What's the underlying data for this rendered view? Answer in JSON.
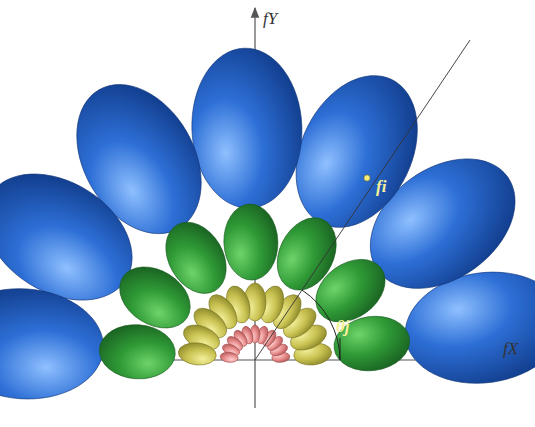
{
  "diagram": {
    "labels": [
      "fY",
      "fi",
      "θj",
      "fX"
    ]
  }
}
